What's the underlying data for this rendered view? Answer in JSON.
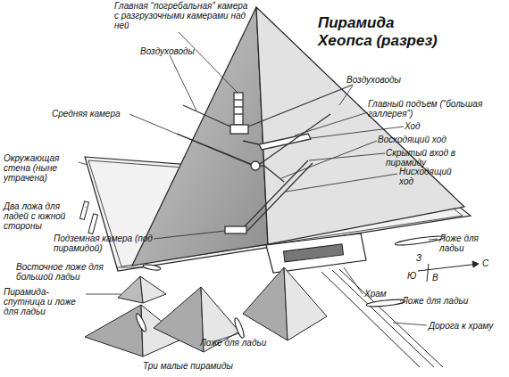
{
  "diagram": {
    "title": "Пирамида Хеопса (разрез)",
    "labels": [
      "Главная “погребальная” камера с разгрузочными камерами над ней",
      "Воздуховоды",
      "Воздуховоды",
      "Главный подъем (“большая галлерея”)",
      "Средняя камера",
      "Ход",
      "Восходящий ход",
      "Скрытый вход в пирамиду",
      "Нисходящий ход",
      "Окружающая стена (ныне утрачена)",
      "Два ложа для ладей с южной стороны",
      "Подземная камера (под пирамидой)",
      "Восточное ложе для большой ладьи",
      "Пирамида-спутница и ложе для ладьи",
      "Ложе для ладьи",
      "З",
      "С",
      "Ю",
      "В",
      "Храм",
      "Ложе для ладьи",
      "Дорога к храму",
      "Три малые пирамиды",
      "Ложе для ладьи"
    ]
  }
}
